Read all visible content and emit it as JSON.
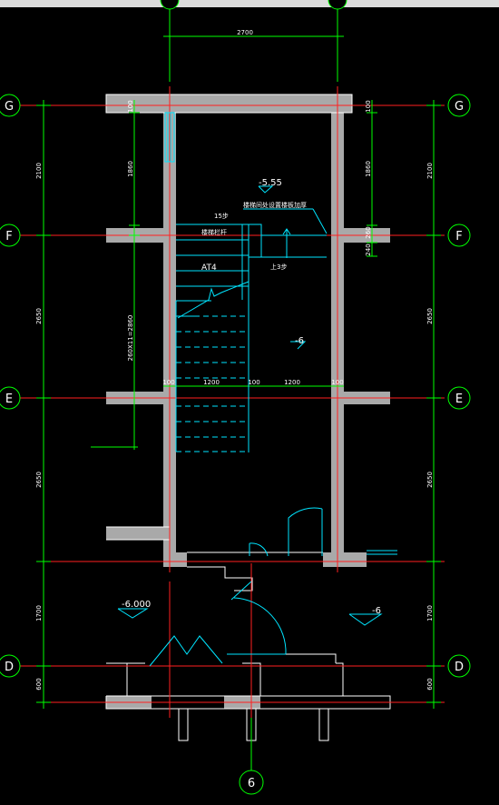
{
  "colors": {
    "background": "#000000",
    "wall": "#a9a9a9",
    "axis": "#ff2020",
    "dimension": "#00ff00",
    "detail": "#00e5ff",
    "text": "#ffffff",
    "dim_text": "#ffffff",
    "annotation": "#ffff00"
  },
  "axes": {
    "G": "G",
    "F": "F",
    "E": "E",
    "D": "D",
    "bottom": "6"
  },
  "dims": {
    "top_width": "2700",
    "left_GF": "2100",
    "left_FE": "2650",
    "left_ED": "2650",
    "left_D_lower": "1700",
    "left_bottom": "600",
    "right_GF": "2100",
    "right_FE": "2650",
    "right_ED": "2650",
    "right_D_lower": "1700",
    "right_bottom": "600",
    "inner_top": "100",
    "inner_1860": "1860",
    "inner_240a": "240",
    "inner_260": "260",
    "stair_run": "260X11=2860",
    "wall_100_a": "100",
    "flight_1200_a": "1200",
    "wall_100_b": "100",
    "flight_1200_b": "1200",
    "wall_100_c": "100",
    "inner_right_top": "100",
    "inner_right_1860": "1860",
    "inner_right_240": "240"
  },
  "labels": {
    "elev_555": "-5.55",
    "note": "楼梯间处设置楼板加厚",
    "steps_15": "15步",
    "stair_rail": "楼梯栏杆",
    "at4": "AT4",
    "up_3": "上3步",
    "elev_6_mid": "-6",
    "elev_6000": "-6.000",
    "elev_6_right": "-6"
  }
}
